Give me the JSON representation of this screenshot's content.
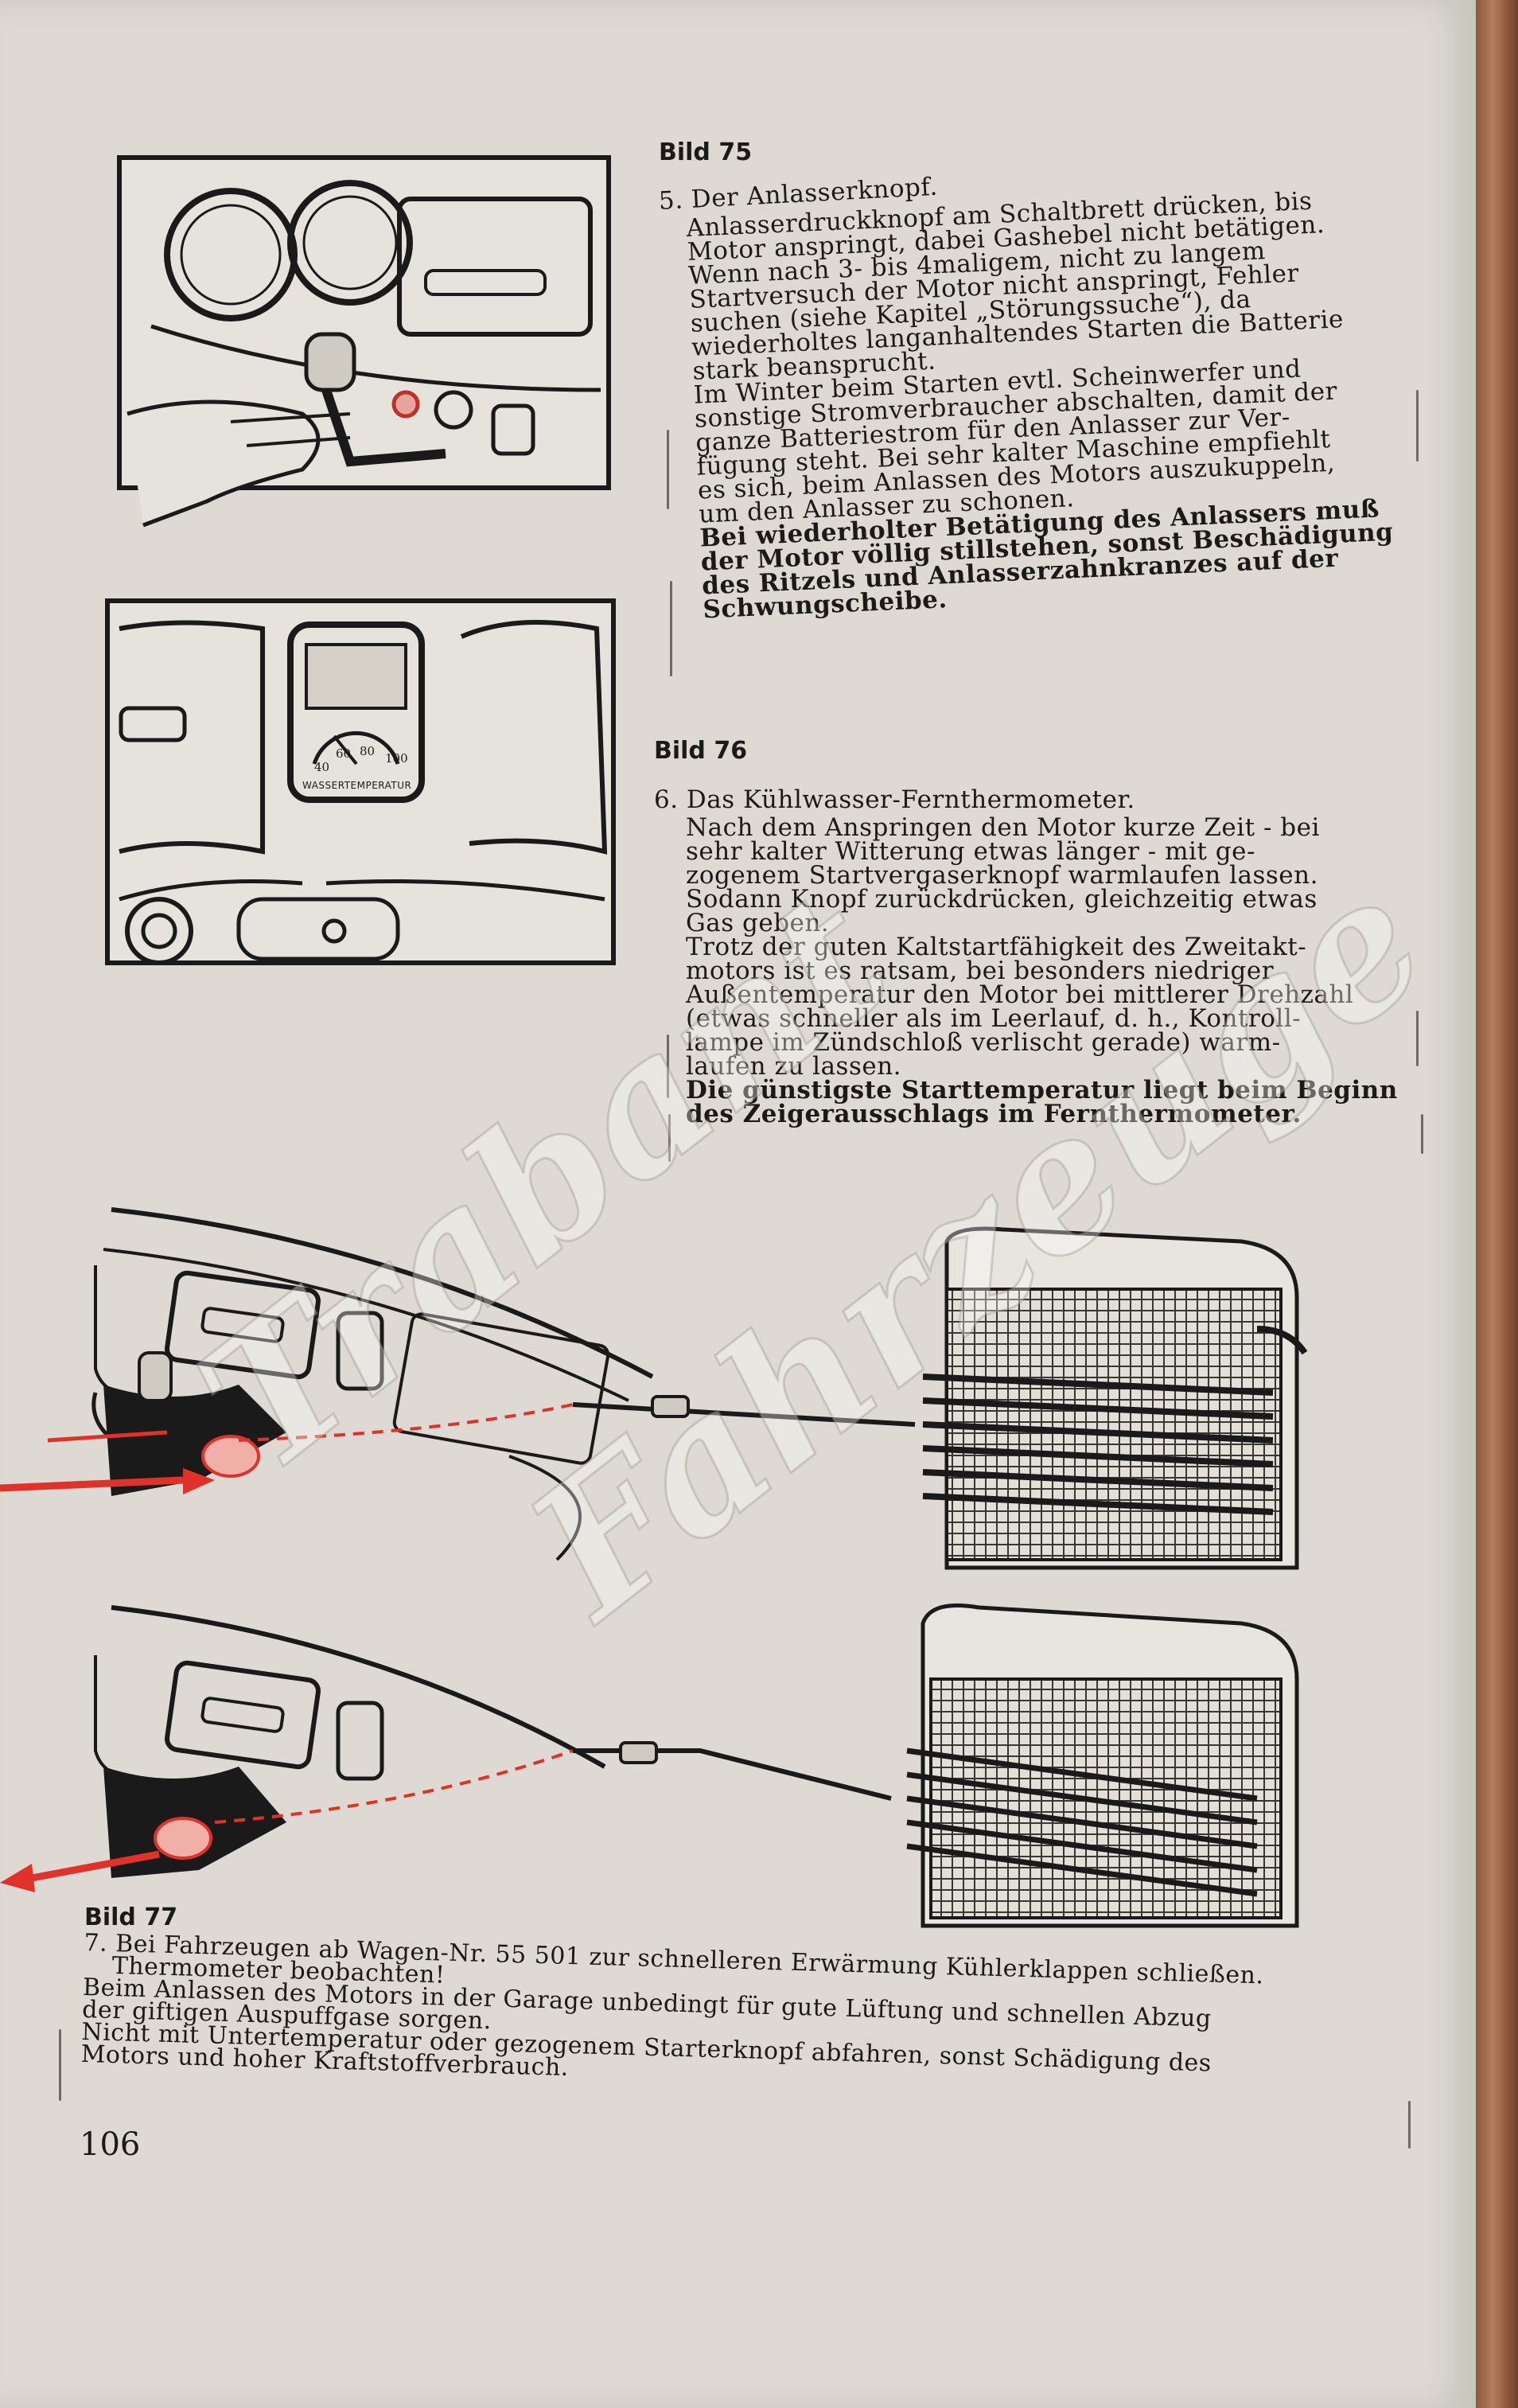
{
  "page": {
    "page_number": "106",
    "watermark_line1": "Trabant",
    "watermark_line2": "Fahrzeuge"
  },
  "section75": {
    "caption": "Bild 75",
    "step_title": "5. Der Anlasserknopf.",
    "paragraphs": [
      [
        "Anlasserdruckknopf am Schaltbrett drücken, bis",
        "Motor anspringt, dabei Gashebel nicht betätigen.",
        "Wenn nach 3- bis 4maligem, nicht zu langem",
        "Startversuch der Motor nicht anspringt, Fehler",
        "suchen (siehe Kapitel „Störungssuche“), da",
        "wiederholtes langanhaltendes Starten die Batterie",
        "stark beansprucht."
      ],
      [
        "Im Winter beim Starten evtl. Scheinwerfer und",
        "sonstige Stromverbraucher abschalten, damit der",
        "ganze Batteriestrom für den Anlasser zur Ver-",
        "fügung steht. Bei sehr kalter Maschine empfiehlt",
        "es sich, beim Anlassen des Motors auszukuppeln,",
        "um den Anlasser zu schonen."
      ],
      [
        "Bei wiederholter Betätigung des Anlassers muß",
        "der Motor völlig stillstehen, sonst Beschädigung",
        "des Ritzels und Anlasserzahnkranzes auf der",
        "Schwungscheibe."
      ]
    ]
  },
  "section76": {
    "caption": "Bild 76",
    "step_title": "6. Das Kühlwasser-Fernthermometer.",
    "paragraphs": [
      [
        "Nach dem Anspringen den Motor kurze Zeit - bei",
        "sehr kalter Witterung etwas länger - mit ge-",
        "zogenem Startvergaserknopf warmlaufen lassen.",
        "Sodann Knopf zurückdrücken, gleichzeitig etwas",
        "Gas geben."
      ],
      [
        "Trotz der guten Kaltstartfähigkeit des Zweitakt-",
        "motors ist es ratsam, bei besonders niedriger",
        "Außentemperatur den Motor bei mittlerer Drehzahl",
        "(etwas schneller als im Leerlauf, d. h., Kontroll-",
        "lampe im Zündschloß verlischt gerade) warm-",
        "laufen zu lassen."
      ],
      [
        "Die günstigste Starttemperatur liegt beim Beginn",
        "des Zeigerausschlags im Fernthermometer."
      ]
    ]
  },
  "gauge": {
    "label": "WASSERTEMPERATUR",
    "ticks": [
      "40",
      "60",
      "80",
      "100"
    ]
  },
  "section77": {
    "caption": "Bild 77",
    "lines": [
      "7. Bei Fahrzeugen ab Wagen-Nr. 55 501 zur schnelleren Erwärmung Kühlerklappen schließen.",
      "Thermometer beobachten!",
      "Beim Anlassen des Motors in der Garage unbedingt für gute Lüftung und schnellen Abzug",
      "der giftigen Auspuffgase sorgen.",
      "Nicht mit Untertemperatur oder gezogenem Starterknopf abfahren, sonst Schädigung des",
      "Motors und hoher Kraftstoffverbrauch."
    ]
  },
  "colors": {
    "paper": "#dedad3",
    "ink": "#1c1a18",
    "red_arrow": "#e0322b"
  }
}
